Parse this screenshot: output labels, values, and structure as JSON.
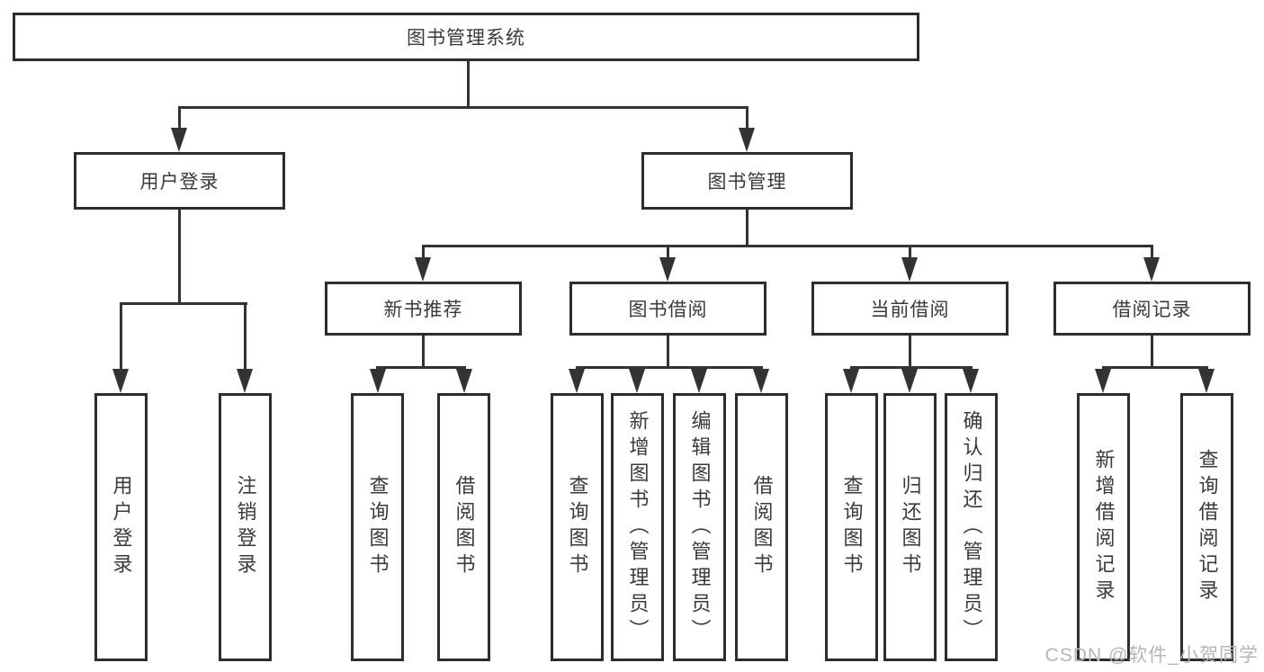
{
  "diagram": {
    "root": "图书管理系统",
    "branches": [
      {
        "label": "用户登录",
        "leaves": [
          "用户登录",
          "注销登录"
        ]
      },
      {
        "label": "图书管理",
        "groups": [
          {
            "label": "新书推荐",
            "leaves": [
              "查询图书",
              "借阅图书"
            ]
          },
          {
            "label": "图书借阅",
            "leaves": [
              "查询图书",
              "新增图书（管理员）",
              "编辑图书（管理员）",
              "借阅图书"
            ]
          },
          {
            "label": "当前借阅",
            "leaves": [
              "查询图书",
              "归还图书",
              "确认归还（管理员）"
            ]
          },
          {
            "label": "借阅记录",
            "leaves": [
              "新增借阅记录",
              "查询借阅记录"
            ]
          }
        ]
      }
    ]
  },
  "watermark": {
    "text": "CSDN @软件_小贺同学"
  },
  "colors": {
    "line": "#333333",
    "box_border": "#2d2d2d",
    "text": "#3a3a3a",
    "watermark": "#b5b5b5",
    "background": "#ffffff"
  }
}
